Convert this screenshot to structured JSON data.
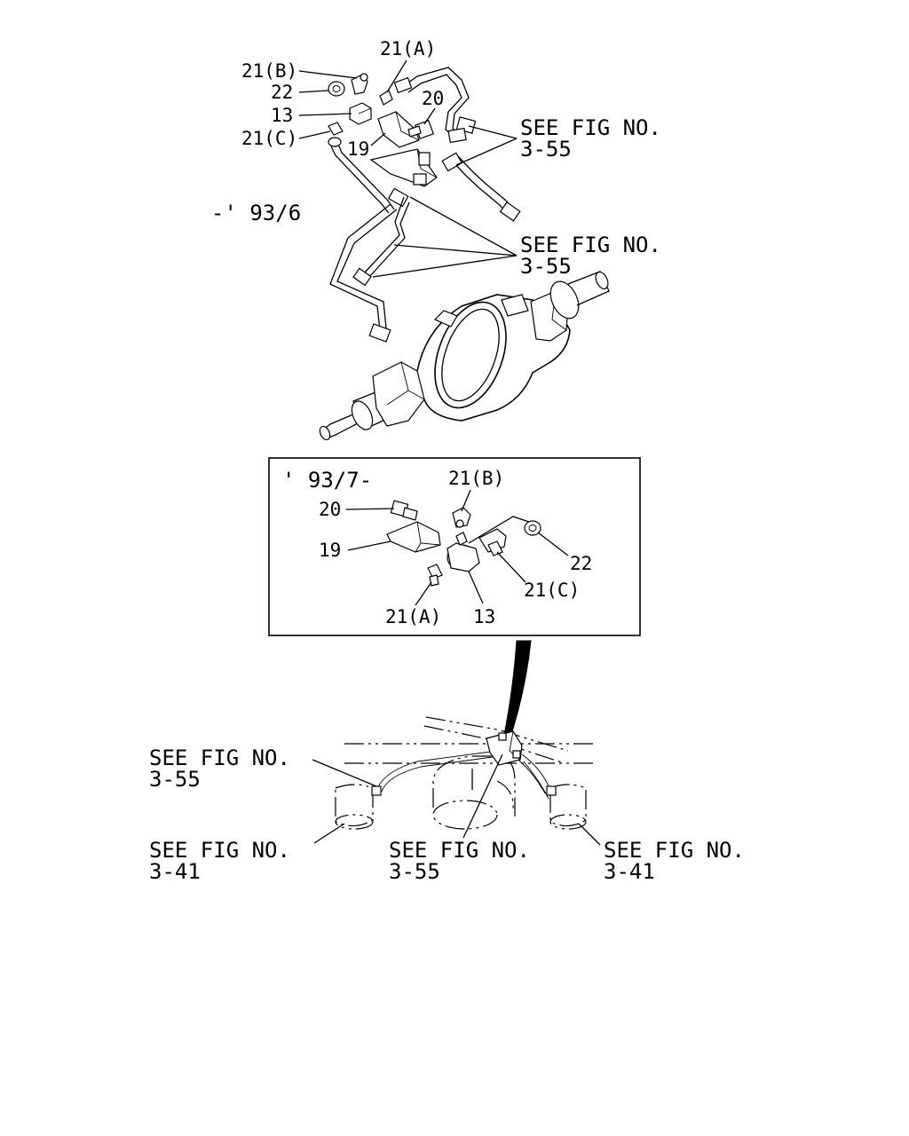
{
  "diagram": {
    "top_view": {
      "period": "-' 93/6",
      "callouts": {
        "c21b": "21(B)",
        "c21a": "21(A)",
        "c22": "22",
        "c13": "13",
        "c21c": "21(C)",
        "c20": "20",
        "c19": "19"
      },
      "see_fig_a": {
        "line1": "SEE FIG NO.",
        "line2": "3-55"
      },
      "see_fig_b": {
        "line1": "SEE FIG NO.",
        "line2": "3-55"
      }
    },
    "detail_box": {
      "period": "' 93/7-",
      "callouts": {
        "c21b": "21(B)",
        "c20": "20",
        "c19": "19",
        "c22": "22",
        "c21c": "21(C)",
        "c21a": "21(A)",
        "c13": "13"
      }
    },
    "bottom_view": {
      "see_fig_left_upper": {
        "line1": "SEE FIG NO.",
        "line2": "3-55"
      },
      "see_fig_left_lower": {
        "line1": "SEE FIG NO.",
        "line2": "3-41"
      },
      "see_fig_center": {
        "line1": "SEE FIG NO.",
        "line2": "3-55"
      },
      "see_fig_right": {
        "line1": "SEE FIG NO.",
        "line2": "3-41"
      }
    }
  }
}
